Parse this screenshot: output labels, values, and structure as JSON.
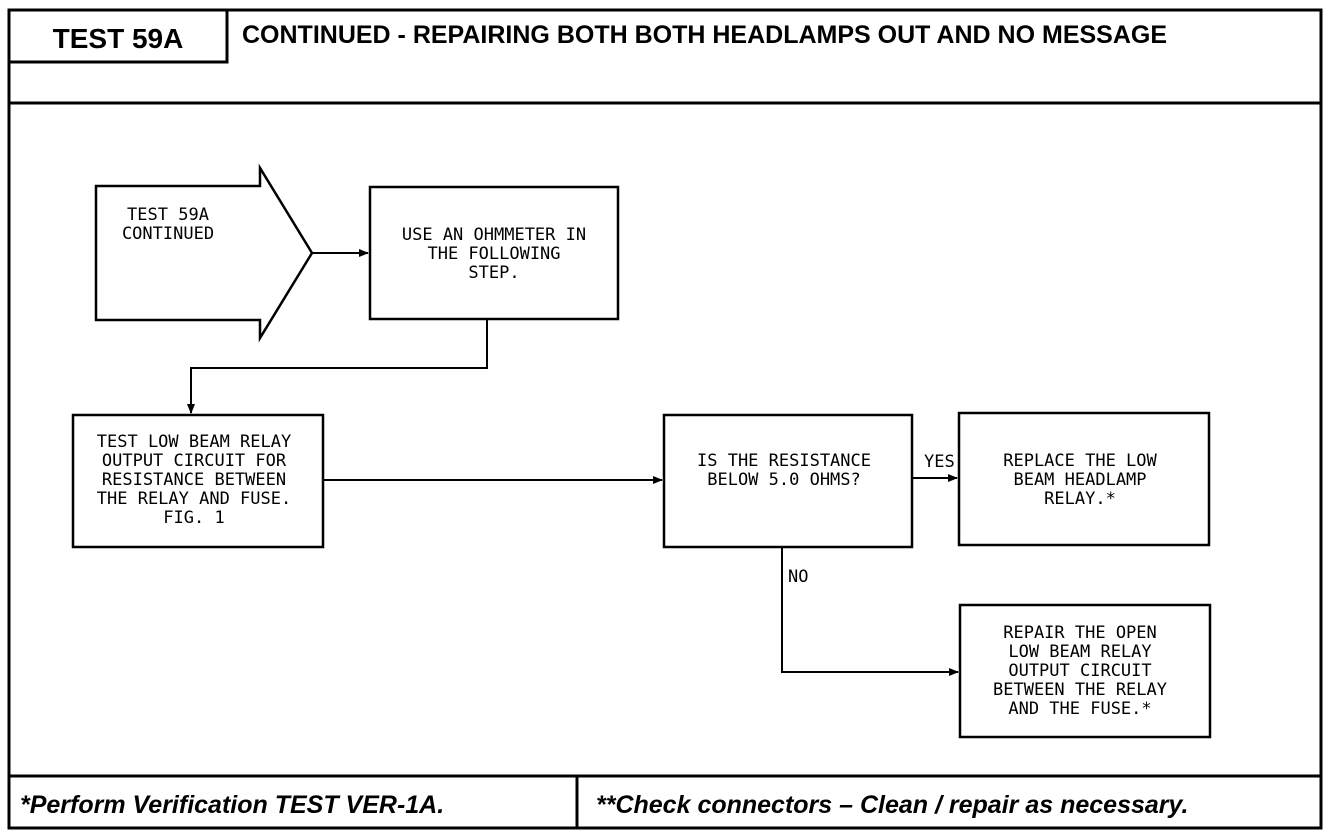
{
  "header": {
    "test_id": "TEST 59A",
    "title": "CONTINUED - REPAIRING BOTH BOTH HEADLAMPS OUT AND NO MESSAGE"
  },
  "nodes": {
    "start": [
      "TEST 59A",
      "CONTINUED"
    ],
    "ohmmeter": [
      "USE AN OHMMETER IN",
      "THE FOLLOWING",
      "STEP."
    ],
    "test_relay": [
      "TEST LOW BEAM RELAY",
      "OUTPUT CIRCUIT FOR",
      "RESISTANCE BETWEEN",
      "THE RELAY AND FUSE.",
      "FIG. 1"
    ],
    "decision": [
      "IS THE RESISTANCE",
      "BELOW 5.0 OHMS?"
    ],
    "replace": [
      "REPLACE THE LOW",
      "BEAM HEADLAMP",
      "RELAY.*"
    ],
    "repair": [
      "REPAIR THE OPEN",
      "LOW BEAM RELAY",
      "OUTPUT CIRCUIT",
      "BETWEEN THE RELAY",
      "AND THE FUSE.*"
    ]
  },
  "edges": {
    "yes_label": "YES",
    "no_label": "NO"
  },
  "footer": {
    "left": "*Perform Verification TEST VER-1A.",
    "right": "**Check connectors – Clean / repair as necessary."
  }
}
